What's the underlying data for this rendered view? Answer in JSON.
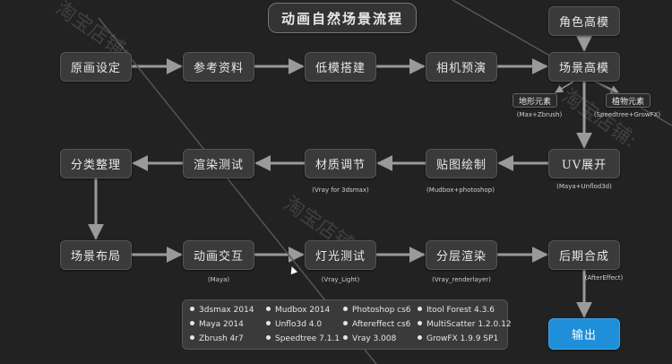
{
  "diagram": {
    "title": "动画自然场景流程",
    "nodes": {
      "row1": [
        "原画设定",
        "参考资料",
        "低模搭建",
        "相机预演",
        "场景高模"
      ],
      "role_model": "角色高模",
      "terrain": "地形元素",
      "plant": "植物元素",
      "row2": [
        "分类整理",
        "渲染测试",
        "材质调节",
        "贴图绘制",
        "UV展开"
      ],
      "row3": [
        "场景布局",
        "动画交互",
        "灯光测试",
        "分层渲染",
        "后期合成"
      ],
      "output": "输出"
    },
    "captions": {
      "terrain": "(Max+Zbrush)",
      "plant": "(Speedtree+GrowFX)",
      "material": "(Vray for 3dsmax)",
      "texture": "(Mudbox+photoshop)",
      "uv": "(Maya+Unflod3d)",
      "animation": "(Maya)",
      "lighting": "(Vray_Light)",
      "layered": "(Vray_renderlayer)",
      "post": "(AfterEffect)"
    },
    "tools": [
      [
        "3dsmax 2014",
        "Mudbox 2014",
        "Photoshop cs6",
        "Itool Forest 4.3.6"
      ],
      [
        "Maya 2014",
        "Unflo3d  4.0",
        "Aftereffect cs6",
        "MultiScatter 1.2.0.12"
      ],
      [
        "Zbrush 4r7",
        "Speedtree 7.1.1",
        "Vray 3.008",
        "GrowFX 1.9.9 SP1"
      ]
    ],
    "watermark": "淘宝店铺:"
  }
}
